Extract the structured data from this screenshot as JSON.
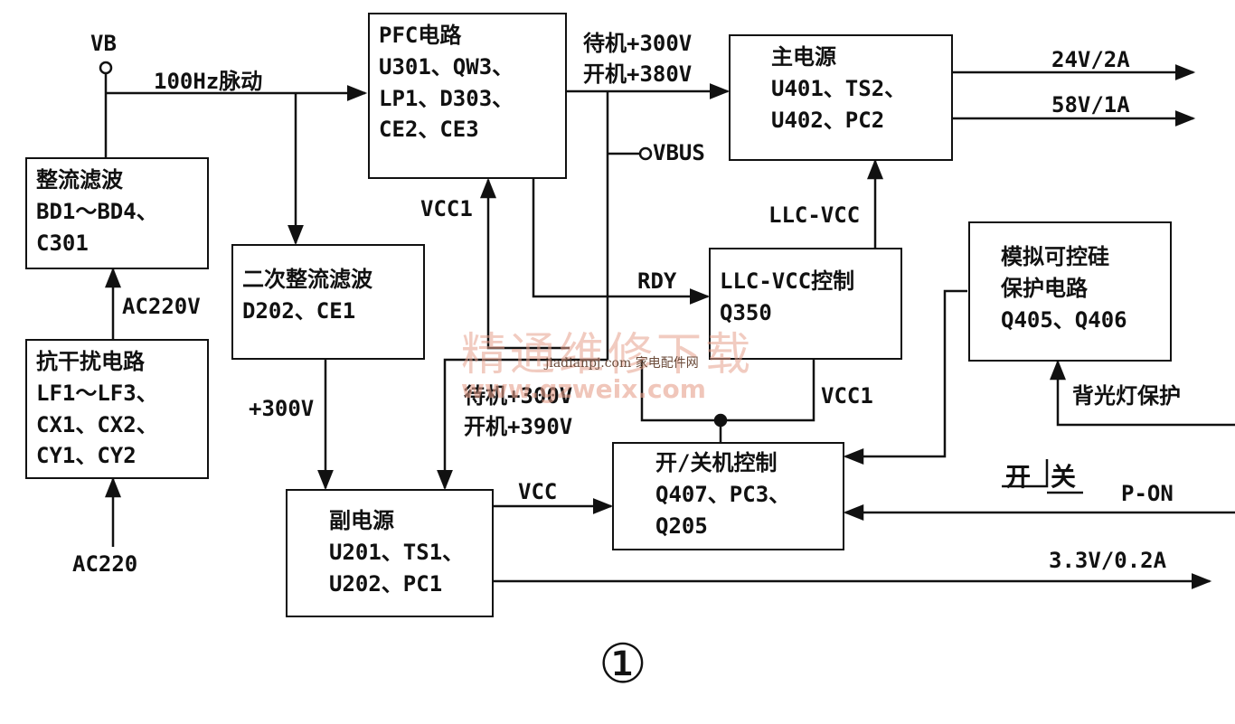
{
  "blocks": {
    "rectifier": [
      "整流滤波",
      "BD1～BD4、",
      "C301"
    ],
    "emi": [
      "抗干扰电路",
      "LF1～LF3、",
      "CX1、CX2、",
      "CY1、CY2"
    ],
    "pfc": [
      "PFC电路",
      "U301、QW3、",
      "LP1、D303、",
      "CE2、CE3"
    ],
    "secondary_rect": [
      "二次整流滤波",
      "D202、CE1"
    ],
    "main_power": [
      "主电源",
      "U401、TS2、",
      "U402、PC2"
    ],
    "llc_vcc": [
      "LLC-VCC控制",
      "Q350"
    ],
    "scr_protect": [
      "模拟可控硅",
      "保护电路",
      "Q405、Q406"
    ],
    "onoff": [
      "开/关机控制",
      "Q407、PC3、",
      "Q205"
    ],
    "aux_power": [
      "副电源",
      "U201、TS1、",
      "U202、PC1"
    ]
  },
  "labels": {
    "vb": "VB",
    "hz": "100Hz脉动",
    "ac220v": "AC220V",
    "ac220": "AC220",
    "standby300": "待机+300V",
    "on380": "开机+380V",
    "vbus": "VBUS",
    "out24": "24V/2A",
    "out58": "58V/1A",
    "vcc1_left": "VCC1",
    "llcvcc": "LLC-VCC",
    "rdy": "RDY",
    "plus300": "+300V",
    "standby300b": "待机+300V",
    "on390": "开机+390V",
    "vcc1_right": "VCC1",
    "backlight": "背光灯保护",
    "switch_on": "开",
    "switch_off": "关",
    "pon": "P-ON",
    "vcc": "VCC",
    "out33": "3.3V/0.2A",
    "figure": "①"
  },
  "watermark": {
    "cn": "精通维修下载",
    "small": "jiadianpj.com 家电配件网",
    "url": "www.gzweix.com"
  }
}
